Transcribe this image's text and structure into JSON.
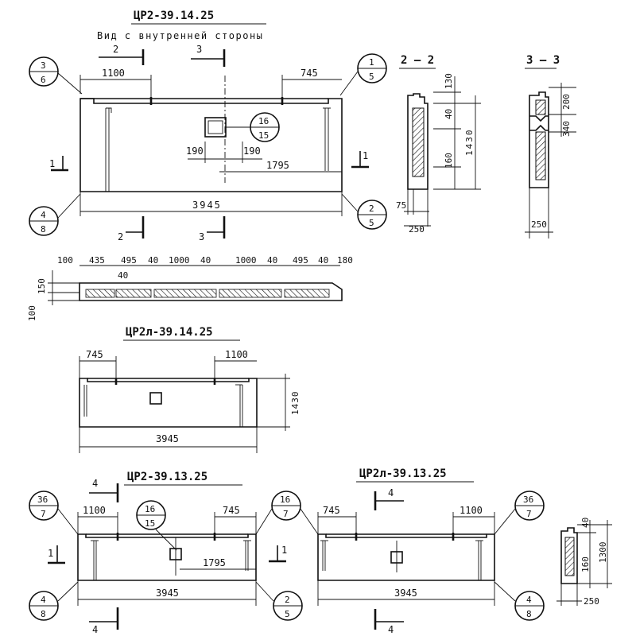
{
  "titles": {
    "main": "ЦР2-39.14.25",
    "subtitle": "Вид с внутренней стороны",
    "mirror14": "ЦР2л-39.14.25",
    "panel13": "ЦР2-39.13.25",
    "mirror13": "ЦР2л-39.13.25"
  },
  "sections": {
    "s22": "2 – 2",
    "s33": "3 – 3"
  },
  "cut_marks": {
    "m2": "2",
    "m3": "3",
    "m1": "1",
    "m4": "4"
  },
  "callouts": {
    "c3_6": {
      "top": "3",
      "bottom": "6"
    },
    "c1_5": {
      "top": "1",
      "bottom": "5"
    },
    "c16_15": {
      "top": "16",
      "bottom": "15"
    },
    "c4_8": {
      "top": "4",
      "bottom": "8"
    },
    "c2_5": {
      "top": "2",
      "bottom": "5"
    },
    "c36_7": {
      "top": "36",
      "bottom": "7"
    },
    "c16_7": {
      "top": "16",
      "bottom": "7"
    }
  },
  "dims": {
    "d1100": "1100",
    "d745": "745",
    "d3945": "3945",
    "d190": "190",
    "d1795": "1795",
    "d130": "130",
    "d40": "40",
    "d160": "160",
    "d1430": "1430",
    "d75": "75",
    "d250": "250",
    "d200": "200",
    "d340": "340",
    "d1300": "1300",
    "d150": "150",
    "d100": "100",
    "plan_dims": [
      "100",
      "435",
      "495",
      "40",
      "1000",
      "40",
      "1000",
      "40",
      "495",
      "40",
      "180"
    ],
    "plan_40b": "40"
  }
}
